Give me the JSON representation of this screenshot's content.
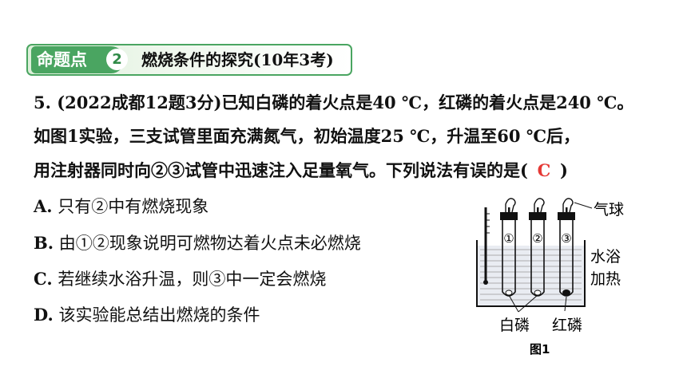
{
  "banner": {
    "tag": "命题点",
    "number": "2",
    "title": "燃烧条件的探究(10年3考)"
  },
  "question": {
    "line1": "5. (2022成都12题3分)已知白磷的着火点是40 ℃，红磷的着火点是240 ℃。",
    "line2": "如图1实验，三支试管里面充满氮气，初始温度25 ℃，升温至60 ℃后，",
    "line3_pre": "用注射器同时向②③试管中迅速注入足量氧气。下列说法有误的是(",
    "answer": "C",
    "line3_post": ")",
    "accent": "#e53935"
  },
  "options": [
    {
      "letter": "A.",
      "text": " 只有②中有燃烧现象"
    },
    {
      "letter": "B.",
      "text": " 由①②现象说明可燃物达着火点未必燃烧"
    },
    {
      "letter": "C.",
      "text": " 若继续水浴升温，则③中一定会燃烧"
    },
    {
      "letter": "D.",
      "text": " 该实验能总结出燃烧的条件"
    }
  ],
  "figure": {
    "balloon": "气球",
    "bath_1": "水浴",
    "bath_2": "加热",
    "white_p": "白磷",
    "red_p": "红磷",
    "tube1": "①",
    "tube2": "②",
    "tube3": "③",
    "caption": "图1"
  },
  "colors": {
    "banner_green": "#4aa561",
    "water": "#e9ecf2"
  }
}
